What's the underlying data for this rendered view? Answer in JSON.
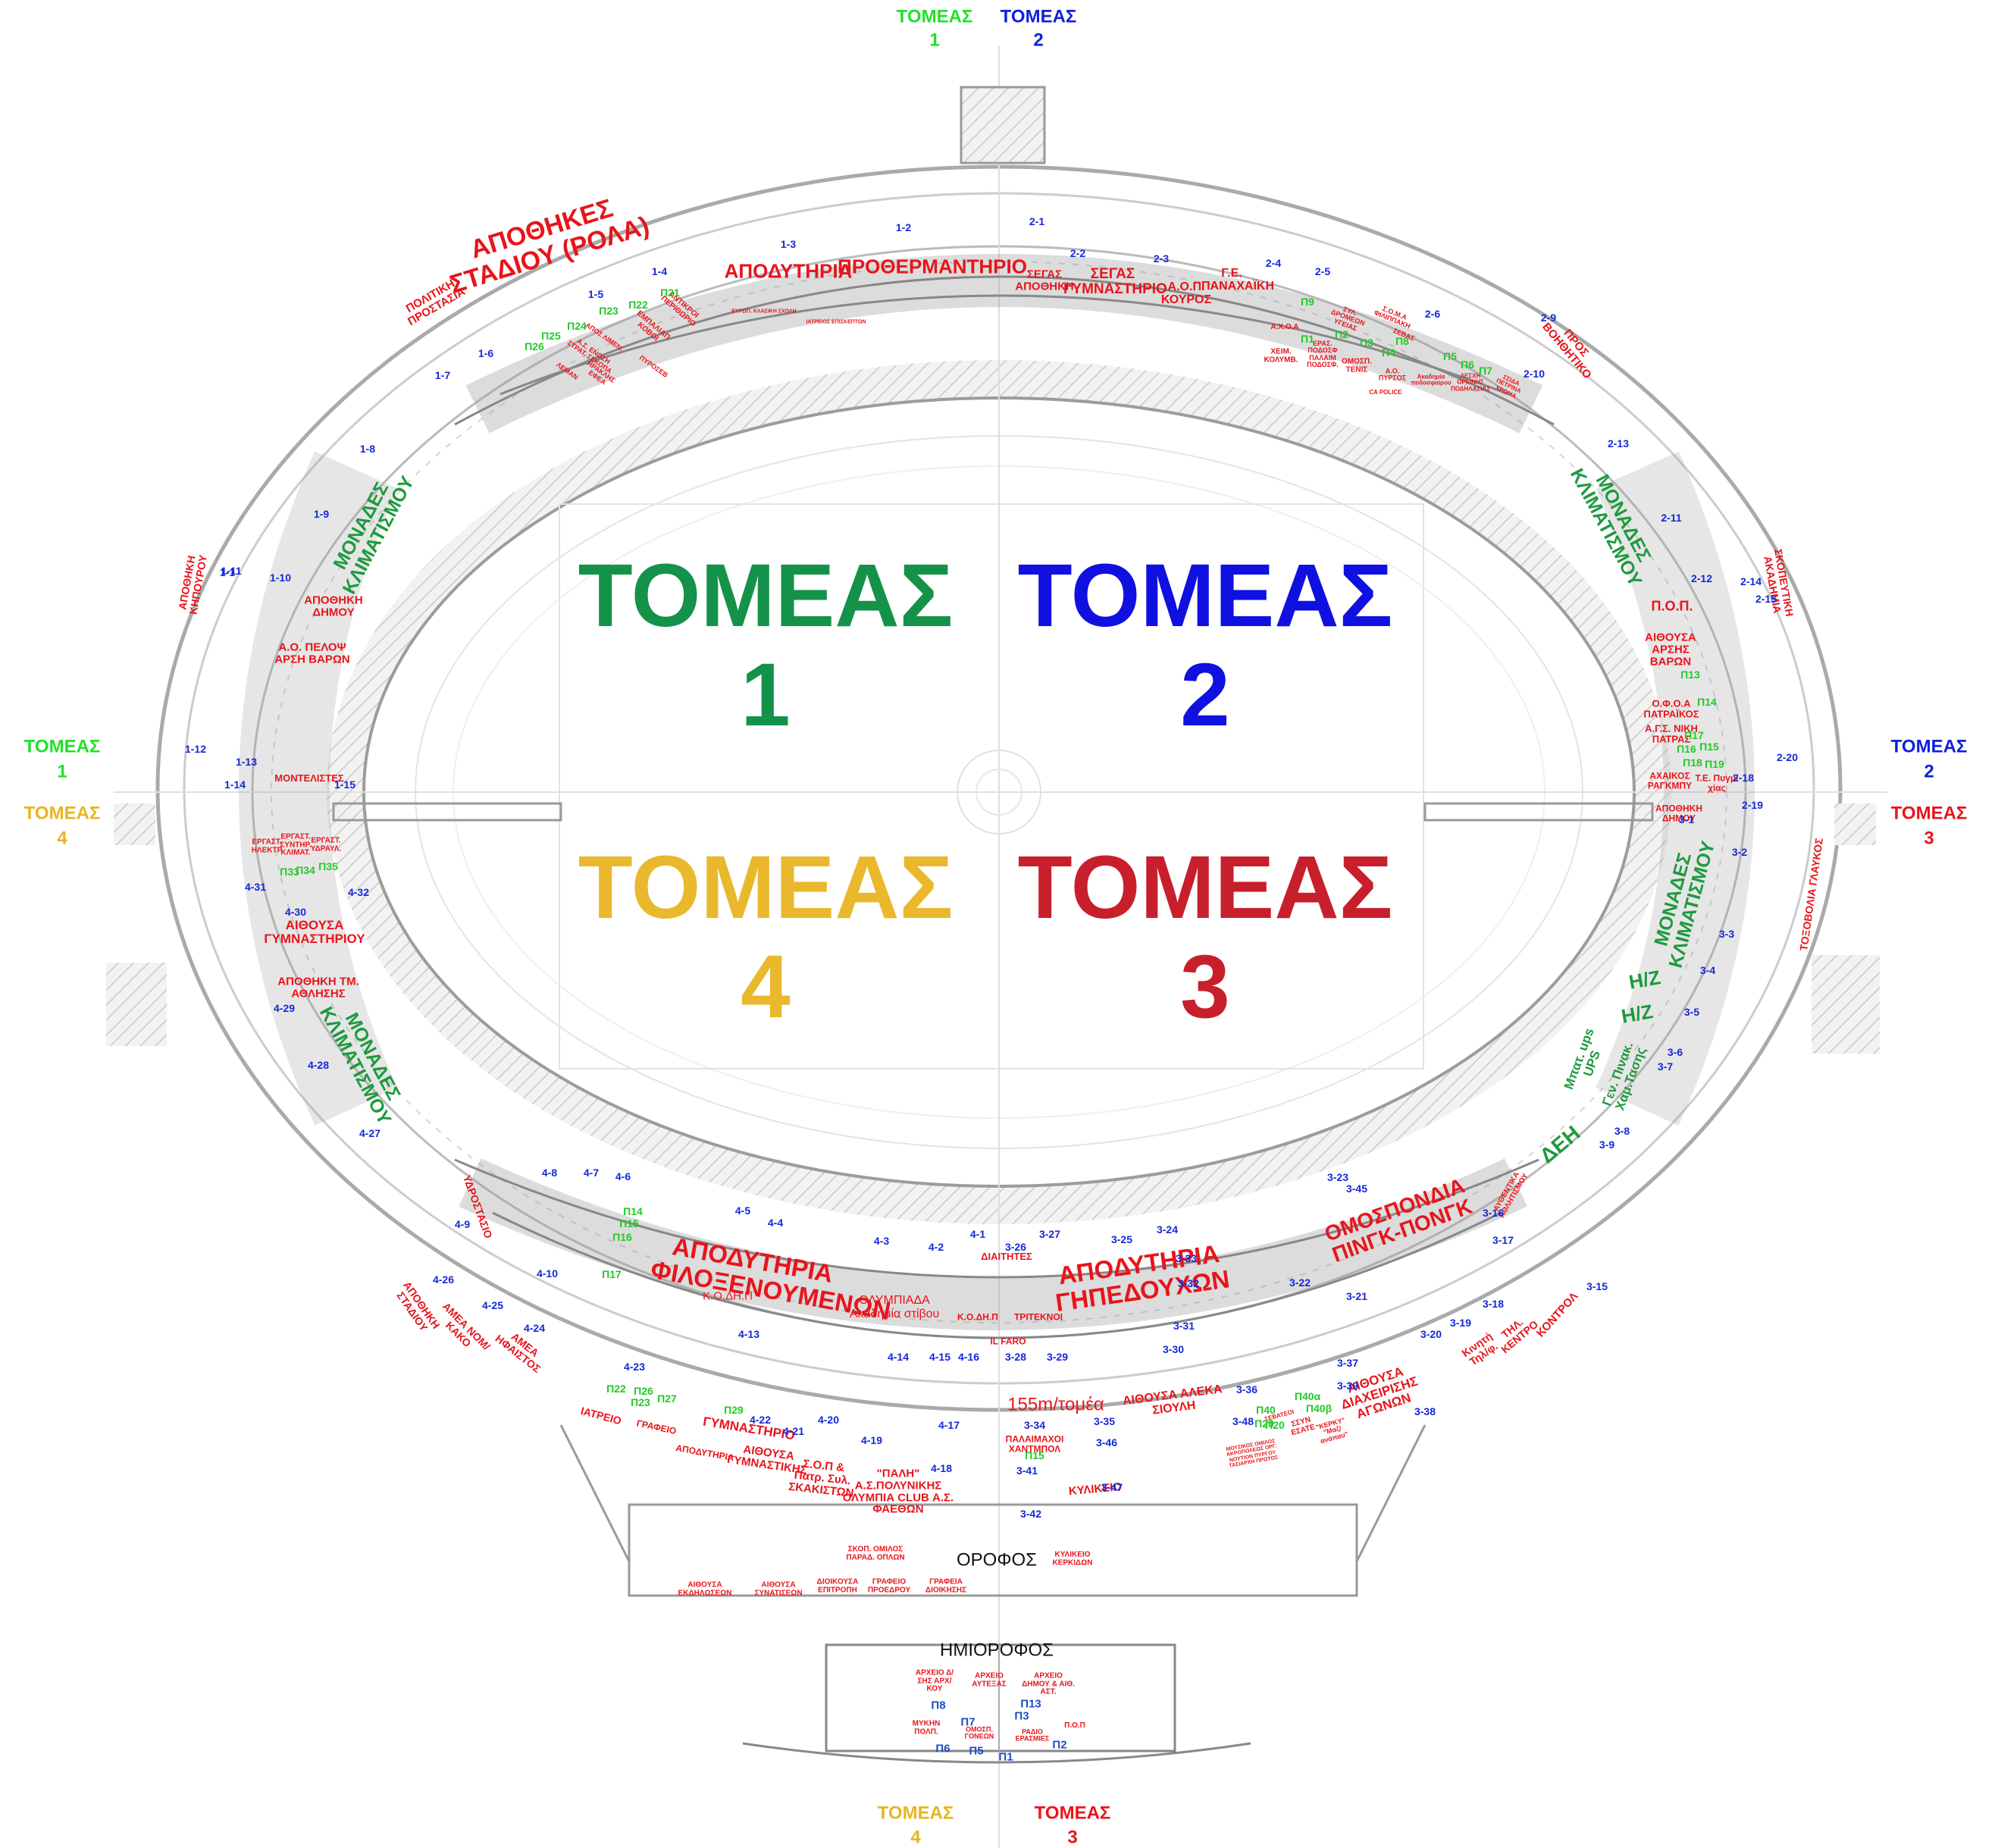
{
  "quadrants": [
    {
      "title": "ΤΟΜΕΑΣ",
      "num": "1",
      "color": "#15924a"
    },
    {
      "title": "ΤΟΜΕΑΣ",
      "num": "2",
      "color": "#1010e0"
    },
    {
      "title": "ΤΟΜΕΑΣ",
      "num": "3",
      "color": "#c81f2c"
    },
    {
      "title": "ΤΟΜΕΑΣ",
      "num": "4",
      "color": "#eab82c"
    }
  ],
  "sector_labels": {
    "top_1": "ΤΟΜΕΑΣ",
    "top_1_num": "1",
    "top_2": "ΤΟΜΕΑΣ",
    "top_2_num": "2",
    "left_1": "ΤΟΜΕΑΣ",
    "left_1_num": "1",
    "left_4": "ΤΟΜΕΑΣ",
    "left_4_num": "4",
    "right_2": "ΤΟΜΕΑΣ",
    "right_2_num": "2",
    "right_3": "ΤΟΜΕΑΣ",
    "right_3_num": "3",
    "bottom_4": "ΤΟΜΕΑΣ",
    "bottom_4_num": "4",
    "bottom_3": "ΤΟΜΕΑΣ",
    "bottom_3_num": "3"
  },
  "big_rooms": [
    "ΑΠΟΘΗΚΕΣ ΣΤΑΔΙΟΥ (ΡΟΛΑ)",
    "ΑΠΟΔΥΤΗΡΙΑ",
    "ΠΡΟΘΕΡΜΑΝΤΗΡΙΟ",
    "ΑΠΟΔΥΤΗΡΙΑ ΦΙΛΟΞΕΝΟΥΜΕΝΩΝ",
    "ΑΠΟΔΥΤΗΡΙΑ ΓΗΠΕΔΟΥΧΩΝ",
    "ΟΜΟΣΠΟΝΔΙΑ ΠΙΝΓΚ-ΠΟΝΓΚ"
  ],
  "green_rooms": [
    "ΜΟΝΑΔΕΣ ΚΛΙΜΑΤΙΣΜΟΥ",
    "ΜΟΝΑΔΕΣ ΚΛΙΜΑΤΙΣΜΟΥ",
    "ΜΟΝΑΔΕΣ ΚΛΙΜΑΤΙΣΜΟΥ",
    "ΜΟΝΑΔΕΣ ΚΛΙΜΑΤΙΣΜΟΥ",
    "Η/Ζ",
    "Η/Ζ",
    "ΔΕΗ",
    "Μπατ. ups UPS",
    "Γεν. Πινακ. Χαμ.Τασης"
  ],
  "small_rooms": [
    "ΠΟΛΙΤΙΚΗ ΠΡΟΣΤΑΣΙΑ",
    "ΣΕΓΑΣ ΑΠΟΘΗΚΗ",
    "ΣΕΓΑΣ ΓΥΜΝΑΣΤΗΡΙΟ",
    "Α.Ο.Π. ΚΟΥΡΟΣ",
    "Γ.Ε. ΠΑΝΑΧΑΪΚΗ",
    "ΠΡΟΣ ΒΟΗΘΗΤΙΚΟ",
    "ΑΠΟΘΗΚΗ ΔΗΜΟΥ",
    "Α.Ο. ΠΕΛΟΨ ΑΡΣΗ ΒΑΡΩΝ",
    "ΜΟΝΤΕΛΙΣΤΕΣ",
    "ΑΠΟΘΗΚΗ ΚΗΠΟΥΡΟΥ",
    "ΣΚΟΠΕΥΤΙΚΗ ΑΚΑΔΗΜΙΑ",
    "Π.Ο.Π.",
    "ΑΙΘΟΥΣΑ ΑΡΣΗΣ ΒΑΡΩΝ",
    "Ο.Φ.Ο.Α ΠΑΤΡΑΪΚΟΣ",
    "Α.Γ.Σ. ΝΙΚΗ ΠΑΤΡΑΣ",
    "ΑΧΑΙΚΟΣ ΡΑΓΚΜΠΥ",
    "Τ.Ε. Πυγμ/χίας",
    "ΑΠΟΘΗΚΗ ΔΗΜΟΥ",
    "ΤΟΞΟΒΟΛΙΑ ΓΛΑΥΚΟΣ",
    "ΕΡΓΑΣΤ. ΗΛΕΚΤΡ",
    "ΕΡΓΑΣΤ. ΣΥΝΤΗΡ. ΚΛΙΜΑΤ.",
    "ΕΡΓΑΣΤ. ΥΔΡΑΥΛ.",
    "ΑΙΘΟΥΣΑ ΓΥΜΝΑΣΤΗΡΙΟΥ",
    "ΑΠΟΘΗΚΗ ΤΜ. ΑΘΛΗΣΗΣ",
    "ΥΔΡΟΣΤΑΣΙΟ",
    "ΑΠΟΘΗΚΗ ΣΤΑΔΙΟΥ",
    "ΑΜΕΑ ΝΟΜ/ΚΑΚΟ",
    "ΑΜΕΑ ΗΦΑΙΣΤΟΣ",
    "ΙΑΤΡΕΙΟ",
    "ΓΡΑΦΕΙΟ",
    "ΑΠΟΔΥΤΗΡΙΑ",
    "ΓΥΜΝΑΣΤΗΡΙΟ",
    "ΑΙΘΟΥΣΑ ΓΥΜΝΑΣΤΙΚΗΣ",
    "Σ.Ο.Π & Πατρ. Συλ. ΣΚΑΚΙΣΤΩΝ",
    "\"ΠΑΛΗ\" Α.Σ.ΠΟΛΥΝΙΚΗΣ ΟΛΥΜΠΙΑ CLUB Α.Σ. ΦΑΕΘΩΝ",
    "ΠΑΛΑΙΜΑΧΟΙ ΧΑΝΤΜΠΟΛ",
    "ΚΥΛΙΚΕΙΟ",
    "ΑΙΘΟΥΣΑ ΑΛΕΚΑ ΣΙΟΥΛΗ",
    "ΑΙΘΟΥΣΑ ΔΙΑΧΕΙΡΙΣΗΣ ΑΓΩΝΩΝ",
    "Κινητή Τηλ/φ.",
    "ΤΗΛ. ΚΕΝΤΡΟ",
    "ΚΟΝΤΡΟΛ",
    "ΔΙΑΙΤΗΤΕΣ",
    "Κ.Ο.ΔΗ.Π",
    "ΤΡΙΤΕΚΝΟΙ",
    "IL FARO",
    "ΟΛΥΜΠΙΑΔΑ Ακαδημία στίβου",
    "Κ.Ο.ΔΗ.Π",
    "ΑΥΘΕΝΤΙΚΑ ΑΘΛΗΤΙΣΜΟΥ"
  ],
  "tiny_rooms": [
    "ΑΝΤΙΚΡΟΙ ΠΕΡΙΘΩΡΙΟ",
    "ΕΜΠΑΛΙΑΠ ΚΟΒΟΙ",
    "ΑΠΟΣ ΛΙΜΕΝ.",
    "Α.Σ. ΕΝΩΣΗ ΣΤΡΑΤ. ΣΕΚΟΠΑ",
    "ΗΡΑΚΛΗΣ ΕΦΕΑ",
    "ΛΕΜΑΝ",
    "ΠΥΡΟΣΕΒ",
    "Α.Χ.Ο.Α",
    "ΧΕΙΜ. ΚΟΛΥΜΒ.",
    "ΕΡΑΣ. ΠΟΔΟΣΦ ΠΑΛΑΙΜ ΠΟΔΟΣΦ.",
    "ΟΜΟΣΠ. ΤΕΝΙΣ",
    "Α.Ο. ΠΥΡΣΟΣ",
    "Ακαδημία ποδοσφαίρου",
    "ΣΥΛ. ΔΡΟΜΕΩΝ ΥΓΕΙΑΣ",
    "Σ.Ο.Μ.Α ΦΙΛΙΠΠΑΚΗ",
    "ΣΕΒΑΣ",
    "CA POLICE",
    "ΛΕΣΧΗ ΟΡΕΙΝΗΣ ΠΟΔΗΛΑΣΙΑΣ",
    "ΣΣΙΔΑ ΠΕΤΡΙΝΑ ΧΡΩΜΑ",
    "ΜΟΥΣΙΚΟΣ ΟΜΙΛΟΣ ΑΚΡΟΠΟΛΕΩΣ ΟΡΓ. ΝΟΥΤΙΟΝ ΠΥΡΓΟΥ ΤΑΣΙΑΡΧΗ ΠΡΩΤΟΣ",
    "ΣΕΒΑΤΕΟΙ",
    "ΣΣΥΝ ΕΣΑΤΕ",
    "\"ΚΕΡΚΥ\" \"Μαζ/ ανάπαυ\"",
    "ΕΥΡΩΠ. ΚΛΑΣΙΚΗ ΣΧΟΛΗ",
    "ΙΑΤΡΕΙΟΣ ΕΠΙΣΚΕΠΤΩΝ",
    "ΣΚΟΠ. ΟΜΙΛΟΣ ΠΑΡΑΔ. ΟΠΛΩΝ",
    "ΚΥΛΙΚΕΙΟ ΚΕΡΚΙΔΩΝ",
    "ΑΙΘΟΥΣΑ ΕΚΔΗΛΩΣΕΩΝ",
    "ΑΙΘΟΥΣΑ ΣΥΝΑΤΙΣΕΩΝ",
    "ΔΙΟΙΚΟΥΣΑ ΕΠΙΤΡΟΠΗ",
    "ΓΡΑΦΕΙΟ ΠΡΟΕΔΡΟΥ",
    "ΓΡΑΦΕΙΑ ΔΙΟΙΚΗΣΗΣ",
    "ΑΡΧΕΙΟ Δ/ΣΗΣ ΑΡΧ/ΚΟΥ",
    "ΑΡΧΕΙΟ ΑΥΤΕΞΑΣ",
    "ΑΡΧΕΙΟ ΔΗΜΟΥ & ΑΙΘ. ΑΣΤ.",
    "ΜΥΚΗΝ ΠΟΛΠ.",
    "ΟΜΟΣΠ. ΓΟΝΕΩΝ",
    "ΡΑΔΙΟ ΕΡΑΣΜΙΕΣ",
    "Π.Ο.Π"
  ],
  "floors": {
    "upper": "ΟΡΟΦΟΣ",
    "mezz": "ΗΜΙΟΡΟΦΟΣ",
    "length": "155m/τομέα"
  },
  "blue_ids": [
    "1-1",
    "1-2",
    "1-3",
    "1-4",
    "1-5",
    "1-6",
    "1-7",
    "1-8",
    "1-9",
    "1-10",
    "1-11",
    "1-12",
    "1-13",
    "1-14",
    "1-15",
    "2-1",
    "2-2",
    "2-3",
    "2-4",
    "2-5",
    "2-6",
    "2-9",
    "2-10",
    "2-11",
    "2-12",
    "2-13",
    "2-14",
    "2-15",
    "2-18",
    "2-19",
    "2-20",
    "3-1",
    "3-2",
    "3-3",
    "3-4",
    "3-5",
    "3-6",
    "3-7",
    "3-8",
    "3-9",
    "3-15",
    "3-16",
    "3-17",
    "3-18",
    "3-19",
    "3-20",
    "3-21",
    "3-22",
    "3-23",
    "3-24",
    "3-25",
    "3-26",
    "3-27",
    "3-28",
    "3-29",
    "3-30",
    "3-31",
    "3-32",
    "3-33",
    "3-34",
    "3-35",
    "3-36",
    "3-37",
    "3-38",
    "3-39",
    "3-41",
    "3-42",
    "3-45",
    "3-46",
    "3-47",
    "3-48",
    "4-1",
    "4-2",
    "4-3",
    "4-4",
    "4-5",
    "4-6",
    "4-7",
    "4-8",
    "4-9",
    "4-10",
    "4-13",
    "4-14",
    "4-15",
    "4-16",
    "4-17",
    "4-18",
    "4-19",
    "4-20",
    "4-21",
    "4-22",
    "4-23",
    "4-24",
    "4-25",
    "4-26",
    "4-27",
    "4-28",
    "4-29",
    "4-30",
    "4-31",
    "4-32"
  ],
  "green_ids": [
    "Π1",
    "Π2",
    "Π3",
    "Π4",
    "Π5",
    "Π6",
    "Π7",
    "Π8",
    "Π9",
    "Π13",
    "Π14",
    "Π15",
    "Π16",
    "Π17",
    "Π18",
    "Π19",
    "Π20",
    "Π21",
    "Π22",
    "Π23",
    "Π24",
    "Π25",
    "Π26",
    "Π14",
    "Π15",
    "Π16",
    "Π17",
    "Π22",
    "Π23",
    "Π26",
    "Π27",
    "Π29",
    "Π33",
    "Π34",
    "Π35",
    "Π15",
    "Π40",
    "Π40α",
    "Π40β",
    "Π20"
  ],
  "mezz_ids": [
    "Π1",
    "Π2",
    "Π3",
    "Π5",
    "Π6",
    "Π7",
    "Π8",
    "Π13"
  ]
}
